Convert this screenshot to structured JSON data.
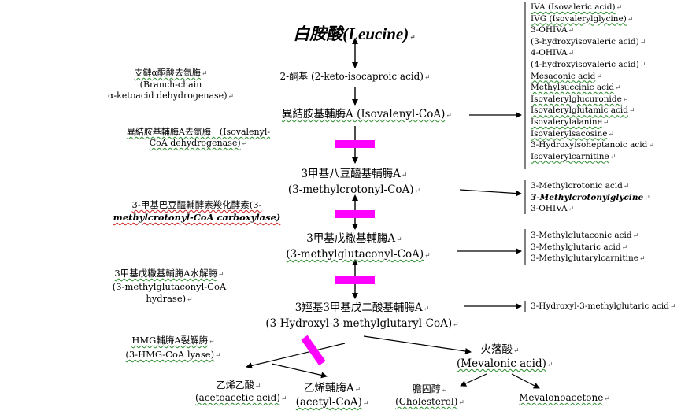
{
  "para": "↵",
  "title": "白胺酸(Leucine)",
  "compounds": {
    "keto": "2-酮基 (2-keto-isocaproic acid)",
    "isovaleryl": "異結胺基輔脢A (Isovalenyl-CoA)",
    "methylcrotonyl_zh": "3甲基八豆醯基輔脢A",
    "methylcrotonyl_en": "(3-methylcrotonyl-CoA)",
    "methylglutaconyl_zh": "3甲基戊糤基輔脢A",
    "methylglutaconyl_en": "(3-methylglutaconyl-CoA)",
    "hmg_zh": "3羥基3甲基戊二酸基輔脢A",
    "hmg_en": "(3-Hydroxyl-3-methylglutaryl-CoA)",
    "acetoacetic_zh": "乙烯乙酸",
    "acetoacetic_en": "(acetoacetic acid)",
    "acetyl_zh": "乙烯輔脢A",
    "acetyl_en": "(acetyl-CoA)",
    "mevalonic_zh": "火落酸",
    "mevalonic_en": "(Mevalonic acid)",
    "cholesterol_zh": "膽固醇",
    "cholesterol_en": "(Cholesterol)",
    "mevalonoacetone": "Mevalonoacetone"
  },
  "enzymes": {
    "e1_line1": "支鏈α酮酸去氫脢",
    "e1_line2": "(Branch-chain",
    "e1_line3": "α-ketoacid dehydrogenase)",
    "e2_line1": "異結胺基輔脢A去氫脢　(Isovalenyl-",
    "e2_line2": "CoA dehydrogenase)",
    "e3_line1": "3-甲基巴豆醯輔酵素羧化酵素(3-",
    "e3_line2": "methylcrotonyl-CoA carboxylase)",
    "e4_line1": "3甲基戊糤基輔脢A水解脢",
    "e4_line2": "(3-methylglutaconyl-CoA",
    "e4_line3": "hydrase)",
    "e5_line1": "HMG輔脢A裂解脢",
    "e5_line2": "(3-HMG-CoA lyase)"
  },
  "side_lists": {
    "isovaleryl_metabolites": [
      "IVA (Isovaleric acid)",
      "IVG (Isovalerylglycine)",
      "3-OHIVA",
      "(3-hydroxyisovaleric acid)",
      "4-OHIVA",
      "(4-hydroxyisovaleric acid)",
      "Mesaconic acid",
      "Methylsuccinic acid",
      "Isovalerylglucuronide",
      "Isovalerylglutamic acid",
      "Isovalerylalanine",
      "Isovalerylsacosine",
      "3-Hydroxyisoheptanoic acid",
      "Isovalerylcarnitine"
    ],
    "crotonyl_metabolites": [
      "3-Methylcrotonic acid",
      "3-Methylcrotonylglycine",
      "3-OHIVA"
    ],
    "glutaconyl_metabolites": [
      "3-Methylglutaconic acid",
      "3-Methylglutaric acid",
      "3-Methylglutarylcarnitine"
    ],
    "hmg_metabolites": [
      "3-Hydroxyl-3-methylglutaric acid"
    ]
  },
  "colors": {
    "block": "#ff00ff",
    "line": "#000000",
    "spell_underline": "#2a8a2a"
  }
}
